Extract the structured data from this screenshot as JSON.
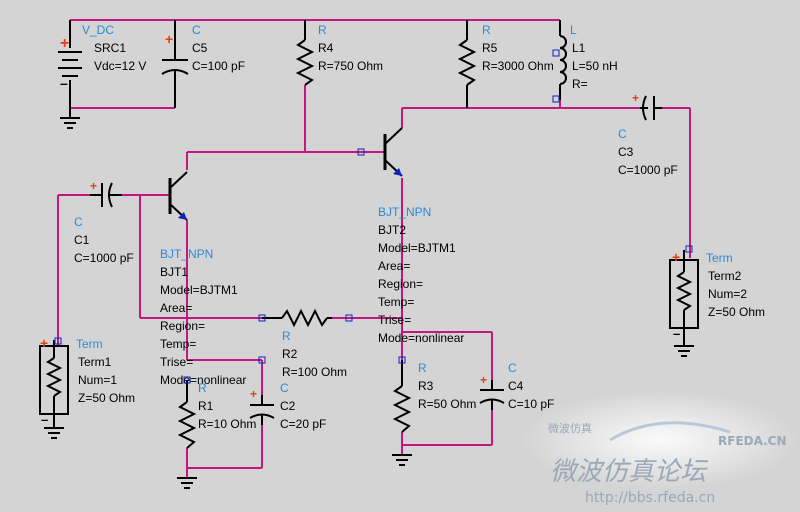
{
  "colors": {
    "background": "#d4d4d4",
    "wire": "#c01880",
    "component": "#000000",
    "pin": "#1020c0",
    "type_label": "#2a8ad8",
    "plus_marker": "#e04010",
    "watermark": "#9aa8b8"
  },
  "components": {
    "vdc": {
      "type": "V_DC",
      "lines": [
        "SRC1",
        "Vdc=12 V"
      ]
    },
    "c5": {
      "type": "C",
      "lines": [
        "C5",
        "C=100 pF"
      ]
    },
    "r4": {
      "type": "R",
      "lines": [
        "R4",
        "R=750 Ohm"
      ]
    },
    "r5": {
      "type": "R",
      "lines": [
        "R5",
        "R=3000 Ohm"
      ]
    },
    "l1": {
      "type": "L",
      "lines": [
        "L1",
        "L=50 nH",
        "R="
      ]
    },
    "c3": {
      "type": "C",
      "lines": [
        "C3",
        "C=1000 pF"
      ]
    },
    "term2": {
      "type": "Term",
      "lines": [
        "Term2",
        "Num=2",
        "Z=50 Ohm"
      ]
    },
    "c1": {
      "type": "C",
      "lines": [
        "C1",
        "C=1000 pF"
      ]
    },
    "bjt1": {
      "type": "BJT_NPN",
      "lines": [
        "BJT1",
        "Model=BJTM1",
        "Area=",
        "Region=",
        "Temp=",
        "Trise=",
        "Mode=nonlinear"
      ]
    },
    "bjt2": {
      "type": "BJT_NPN",
      "lines": [
        "BJT2",
        "Model=BJTM1",
        "Area=",
        "Region=",
        "Temp=",
        "Trise=",
        "Mode=nonlinear"
      ]
    },
    "r2": {
      "type": "R",
      "lines": [
        "R2",
        "R=100 Ohm"
      ]
    },
    "r1": {
      "type": "R",
      "lines": [
        "R1",
        "R=10 Ohm"
      ]
    },
    "c2": {
      "type": "C",
      "lines": [
        "C2",
        "C=20 pF"
      ]
    },
    "r3": {
      "type": "R",
      "lines": [
        "R3",
        "R=50 Ohm"
      ]
    },
    "c4": {
      "type": "C",
      "lines": [
        "C4",
        "C=10 pF"
      ]
    },
    "term1": {
      "type": "Term",
      "lines": [
        "Term1",
        "Num=1",
        "Z=50 Ohm"
      ]
    }
  },
  "watermark": {
    "small": "微波仿真",
    "brand": "RFEDA.CN",
    "chinese": "微波仿真论坛",
    "url": "http://bbs.rfeda.cn"
  }
}
